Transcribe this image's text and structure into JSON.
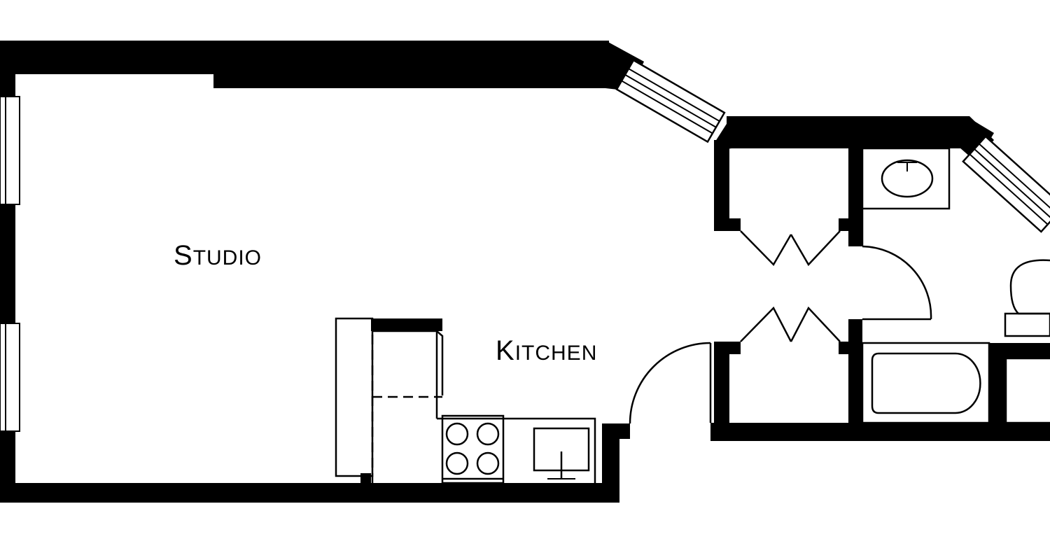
{
  "plan": {
    "wall_color": "#000000",
    "background_color": "#ffffff",
    "rooms": {
      "studio": {
        "first": "S",
        "rest": "TUDIO"
      },
      "kitchen": {
        "first": "K",
        "rest": "ITCHEN"
      }
    }
  }
}
